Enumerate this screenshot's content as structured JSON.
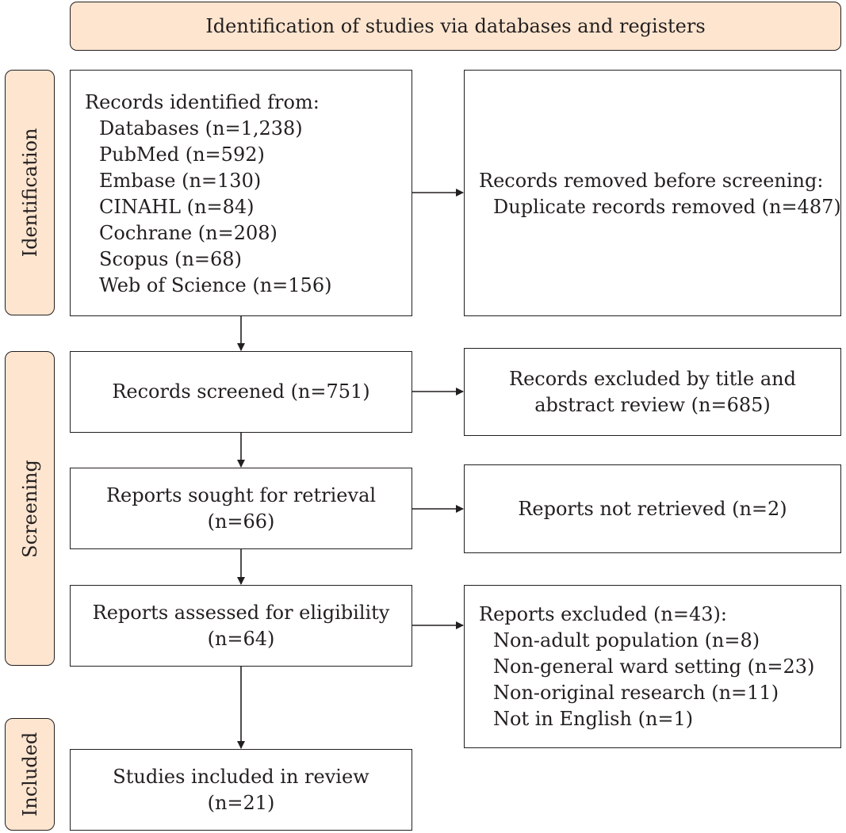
{
  "header": "Identification of studies via databases and registers",
  "phases": {
    "identification": "Identification",
    "screening": "Screening",
    "included": "Included"
  },
  "identified": {
    "title": "Records identified from:",
    "items": [
      "Databases (n=1,238)",
      "PubMed (n=592)",
      "Embase (n=130)",
      "CINAHL (n=84)",
      "Cochrane (n=208)",
      "Scopus (n=68)",
      "Web of Science (n=156)"
    ]
  },
  "removed": {
    "title": "Records removed before screening:",
    "items": [
      "Duplicate records removed (n=487)"
    ]
  },
  "screened": {
    "lines": [
      "Records screened (n=751)"
    ]
  },
  "excluded_title": {
    "lines": [
      "Records excluded by title and",
      "abstract review (n=685)"
    ]
  },
  "sought": {
    "lines": [
      "Reports sought for retrieval",
      "(n=66)"
    ]
  },
  "not_retrieved": {
    "lines": [
      "Reports not retrieved (n=2)"
    ]
  },
  "assessed": {
    "lines": [
      "Reports assessed for eligibility",
      "(n=64)"
    ]
  },
  "reports_excluded": {
    "title": "Reports excluded (n=43):",
    "items": [
      "Non-adult population (n=8)",
      "Non-general ward setting (n=23)",
      "Non-original research (n=11)",
      "Not in English (n=1)"
    ]
  },
  "included": {
    "lines": [
      "Studies included in review",
      "(n=21)"
    ]
  },
  "colors": {
    "phase_fill": "#fde5cf",
    "stroke": "#231f20"
  }
}
